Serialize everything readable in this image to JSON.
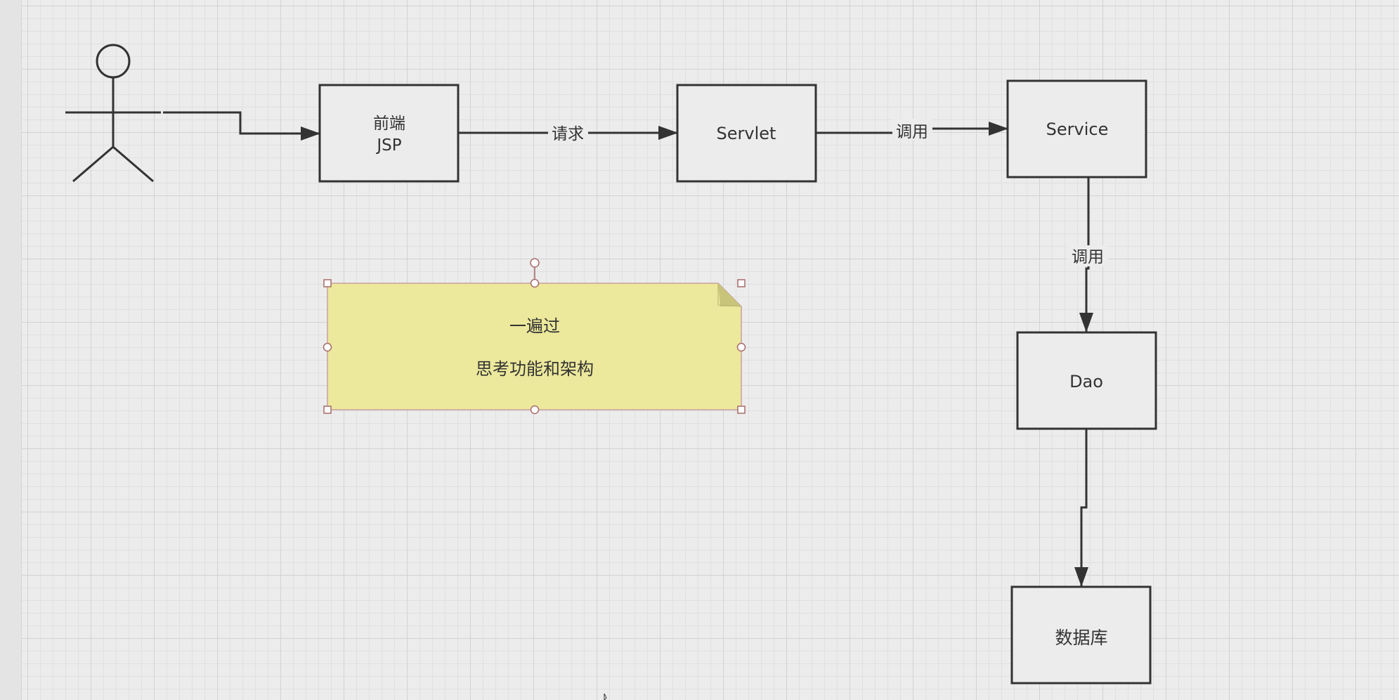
{
  "diagram": {
    "nodes": {
      "frontend": {
        "line1": "前端",
        "line2": "JSP"
      },
      "servlet": {
        "label": "Servlet"
      },
      "service": {
        "label": "Service"
      },
      "dao": {
        "label": "Dao"
      },
      "database": {
        "label": "数据库"
      }
    },
    "edges": {
      "frontend_servlet": {
        "label": "请求"
      },
      "servlet_service": {
        "label": "调用"
      },
      "service_dao": {
        "label": "调用"
      }
    },
    "note": {
      "line1": "一遍过",
      "line2": "思考功能和架构",
      "fill_color": "#ece89c",
      "border_color": "#c9a0a0"
    },
    "colors": {
      "stroke": "#333333",
      "background": "#ececec"
    }
  }
}
